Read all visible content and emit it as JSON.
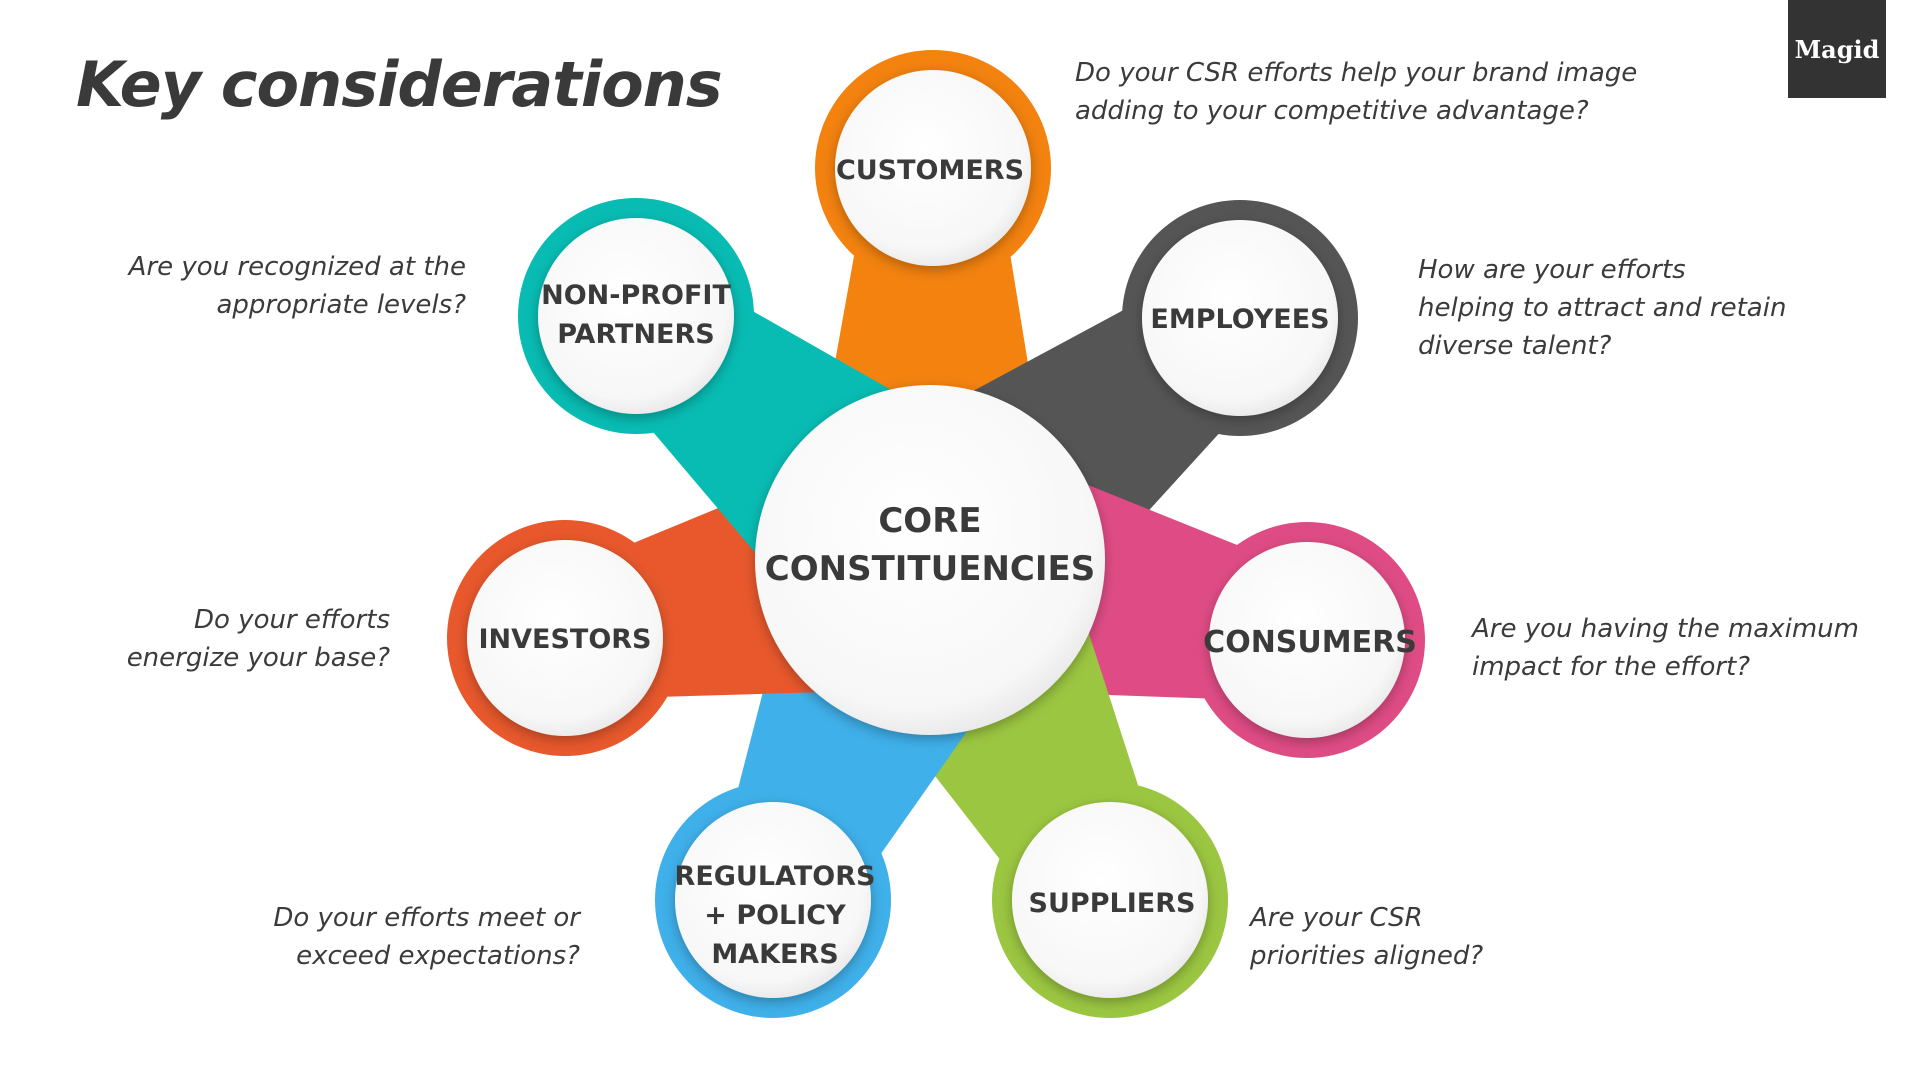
{
  "title": "Key considerations",
  "logo": "Magid",
  "center": {
    "label_line1": "CORE",
    "label_line2": "CONSTITUENCIES"
  },
  "nodes": [
    {
      "key": "customers",
      "line1": "CUSTOMERS",
      "line2": "",
      "line3": "",
      "color": "#f3820f",
      "question_line1": "Do your CSR efforts help your brand image",
      "question_line2": "adding to your competitive advantage?",
      "question_line3": ""
    },
    {
      "key": "employees",
      "line1": "EMPLOYEES",
      "line2": "",
      "line3": "",
      "color": "#555555",
      "question_line1": "How are your efforts",
      "question_line2": "helping to attract and retain",
      "question_line3": "diverse talent?"
    },
    {
      "key": "consumers",
      "line1": "CONSUMERS",
      "line2": "",
      "line3": "",
      "color": "#df4c85",
      "question_line1": "Are you having the maximum",
      "question_line2": "impact for the effort?",
      "question_line3": ""
    },
    {
      "key": "suppliers",
      "line1": "SUPPLIERS",
      "line2": "",
      "line3": "",
      "color": "#9bc641",
      "question_line1": "Are your CSR",
      "question_line2": "priorities aligned?",
      "question_line3": ""
    },
    {
      "key": "regulators",
      "line1": "REGULATORS",
      "line2": "+ POLICY",
      "line3": "MAKERS",
      "color": "#3fb0ea",
      "question_line1": "Do your efforts meet or",
      "question_line2": "exceed expectations?",
      "question_line3": ""
    },
    {
      "key": "investors",
      "line1": "INVESTORS",
      "line2": "",
      "line3": "",
      "color": "#e8582c",
      "question_line1": "Do your efforts",
      "question_line2": "energize your base?",
      "question_line3": ""
    },
    {
      "key": "nonprofit",
      "line1": "NON-PROFIT",
      "line2": "PARTNERS",
      "line3": "",
      "color": "#08bcb3",
      "question_line1": "Are you recognized at the",
      "question_line2": "appropriate levels?",
      "question_line3": ""
    }
  ]
}
